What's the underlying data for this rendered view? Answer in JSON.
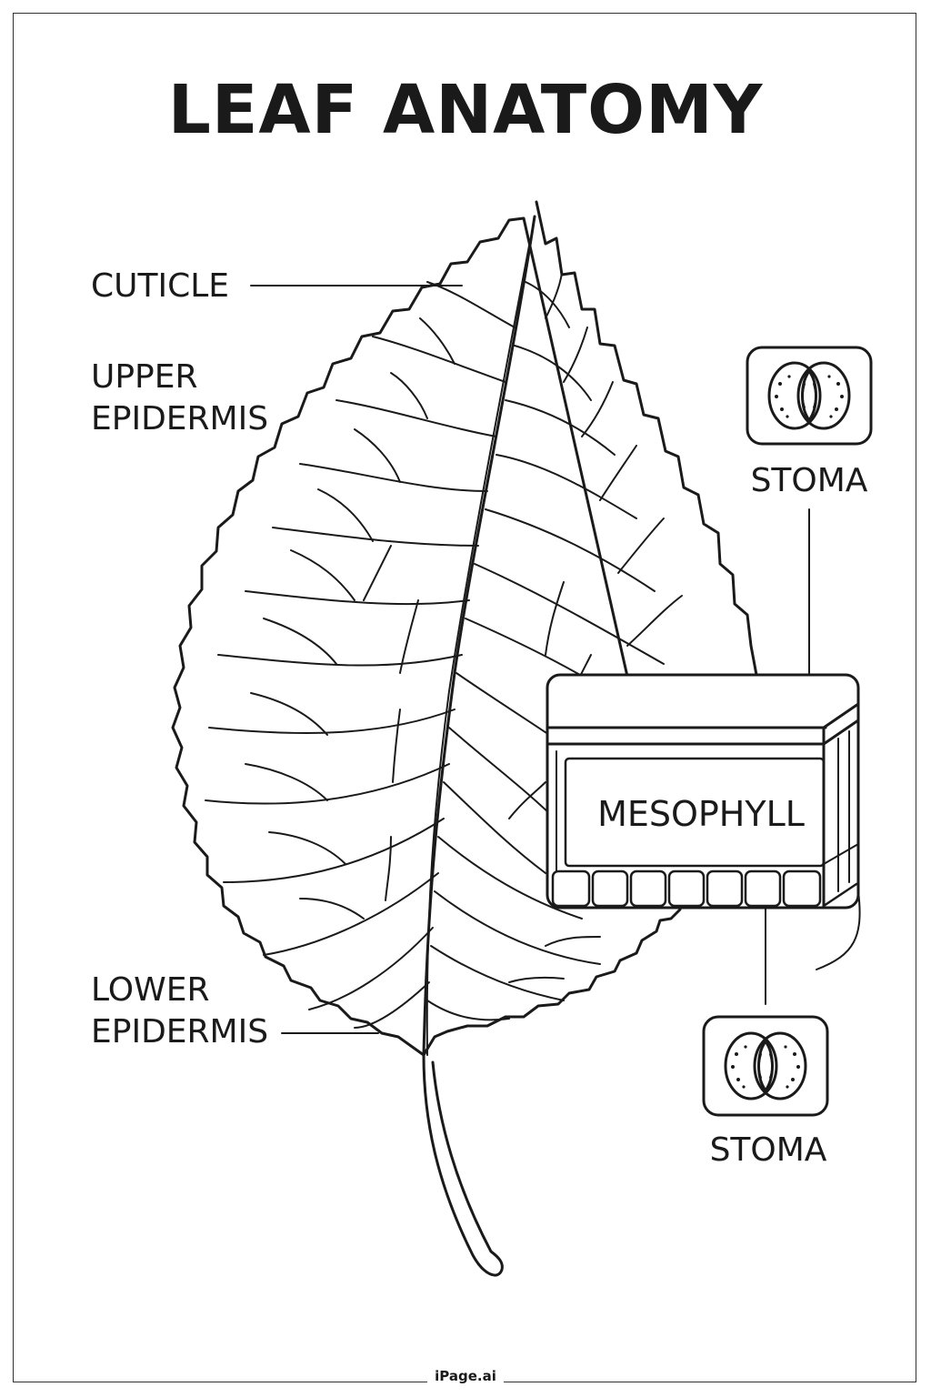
{
  "title": "LEAF ANATOMY",
  "labels": {
    "cuticle": "CUTICLE",
    "upper_epidermis": "UPPER\nEPIDERMIS",
    "lower_epidermis": "LOWER\nEPIDERMIS",
    "stoma_top": "STOMA",
    "stoma_bottom": "STOMA",
    "mesophyll": "MESOPHYLL"
  },
  "footer": "iPage.ai",
  "icons": {
    "stoma": "stoma-icon",
    "leaf": "leaf-illustration",
    "mesophyll_block": "tissue-block-illustration"
  },
  "colors": {
    "line": "#1a1a1a",
    "background": "#ffffff"
  }
}
